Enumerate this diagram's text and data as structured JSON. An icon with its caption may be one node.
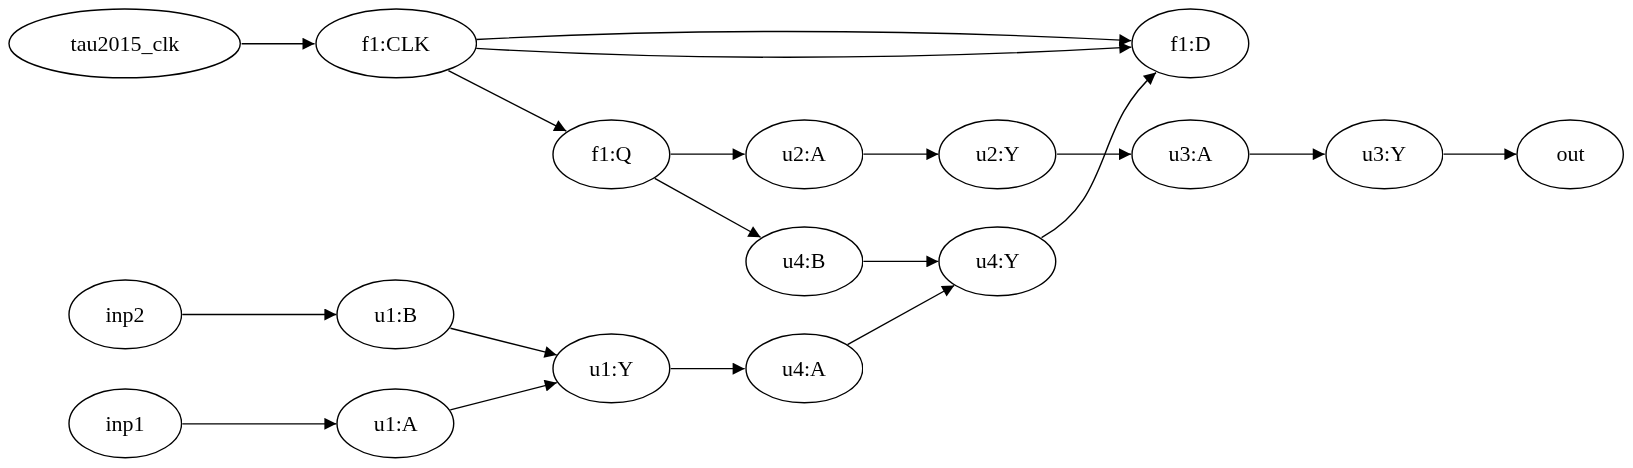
{
  "diagram": {
    "nodes": [
      {
        "text": [
          "tau2015_clk"
        ]
      },
      {
        "text": [
          "f1:CLK"
        ]
      },
      {
        "text": [
          "f1:D"
        ]
      },
      {
        "text": [
          "f1:Q"
        ]
      },
      {
        "text": [
          "u2:A"
        ]
      },
      {
        "text": [
          "u2:Y"
        ]
      },
      {
        "text": [
          "u3:A"
        ]
      },
      {
        "text": [
          "u3:Y"
        ]
      },
      {
        "text": [
          "out"
        ]
      },
      {
        "text": [
          "u4:B"
        ]
      },
      {
        "text": [
          "u4:Y"
        ]
      },
      {
        "text": [
          "inp2"
        ]
      },
      {
        "text": [
          "u1:B"
        ]
      },
      {
        "text": [
          "u1:Y"
        ]
      },
      {
        "text": [
          "u4:A"
        ]
      },
      {
        "text": [
          "inp1"
        ]
      },
      {
        "text": [
          "u1:A"
        ]
      }
    ],
    "edges": [
      {
        "from": 0,
        "to": 1,
        "arrow": "to"
      },
      {
        "from": 1,
        "to": 2,
        "arrow": "to"
      },
      {
        "from": 1,
        "to": 2,
        "arrow": "to"
      },
      {
        "from": 1,
        "to": 3,
        "arrow": "to"
      },
      {
        "from": 3,
        "to": 4,
        "arrow": "to"
      },
      {
        "from": 3,
        "to": 9,
        "arrow": "to"
      },
      {
        "from": 4,
        "to": 5,
        "arrow": "to"
      },
      {
        "from": 5,
        "to": 6,
        "arrow": "to"
      },
      {
        "from": 6,
        "to": 7,
        "arrow": "to"
      },
      {
        "from": 7,
        "to": 8,
        "arrow": "to"
      },
      {
        "from": 9,
        "to": 10,
        "arrow": "to"
      },
      {
        "from": 10,
        "to": 2,
        "arrow": "to"
      },
      {
        "from": 11,
        "to": 12,
        "arrow": "to"
      },
      {
        "from": 12,
        "to": 13,
        "arrow": "to"
      },
      {
        "from": 13,
        "to": 14,
        "arrow": "to"
      },
      {
        "from": 14,
        "to": 10,
        "arrow": "to"
      },
      {
        "from": 15,
        "to": 16,
        "arrow": "to"
      },
      {
        "from": 16,
        "to": 13,
        "arrow": "to"
      }
    ]
  }
}
